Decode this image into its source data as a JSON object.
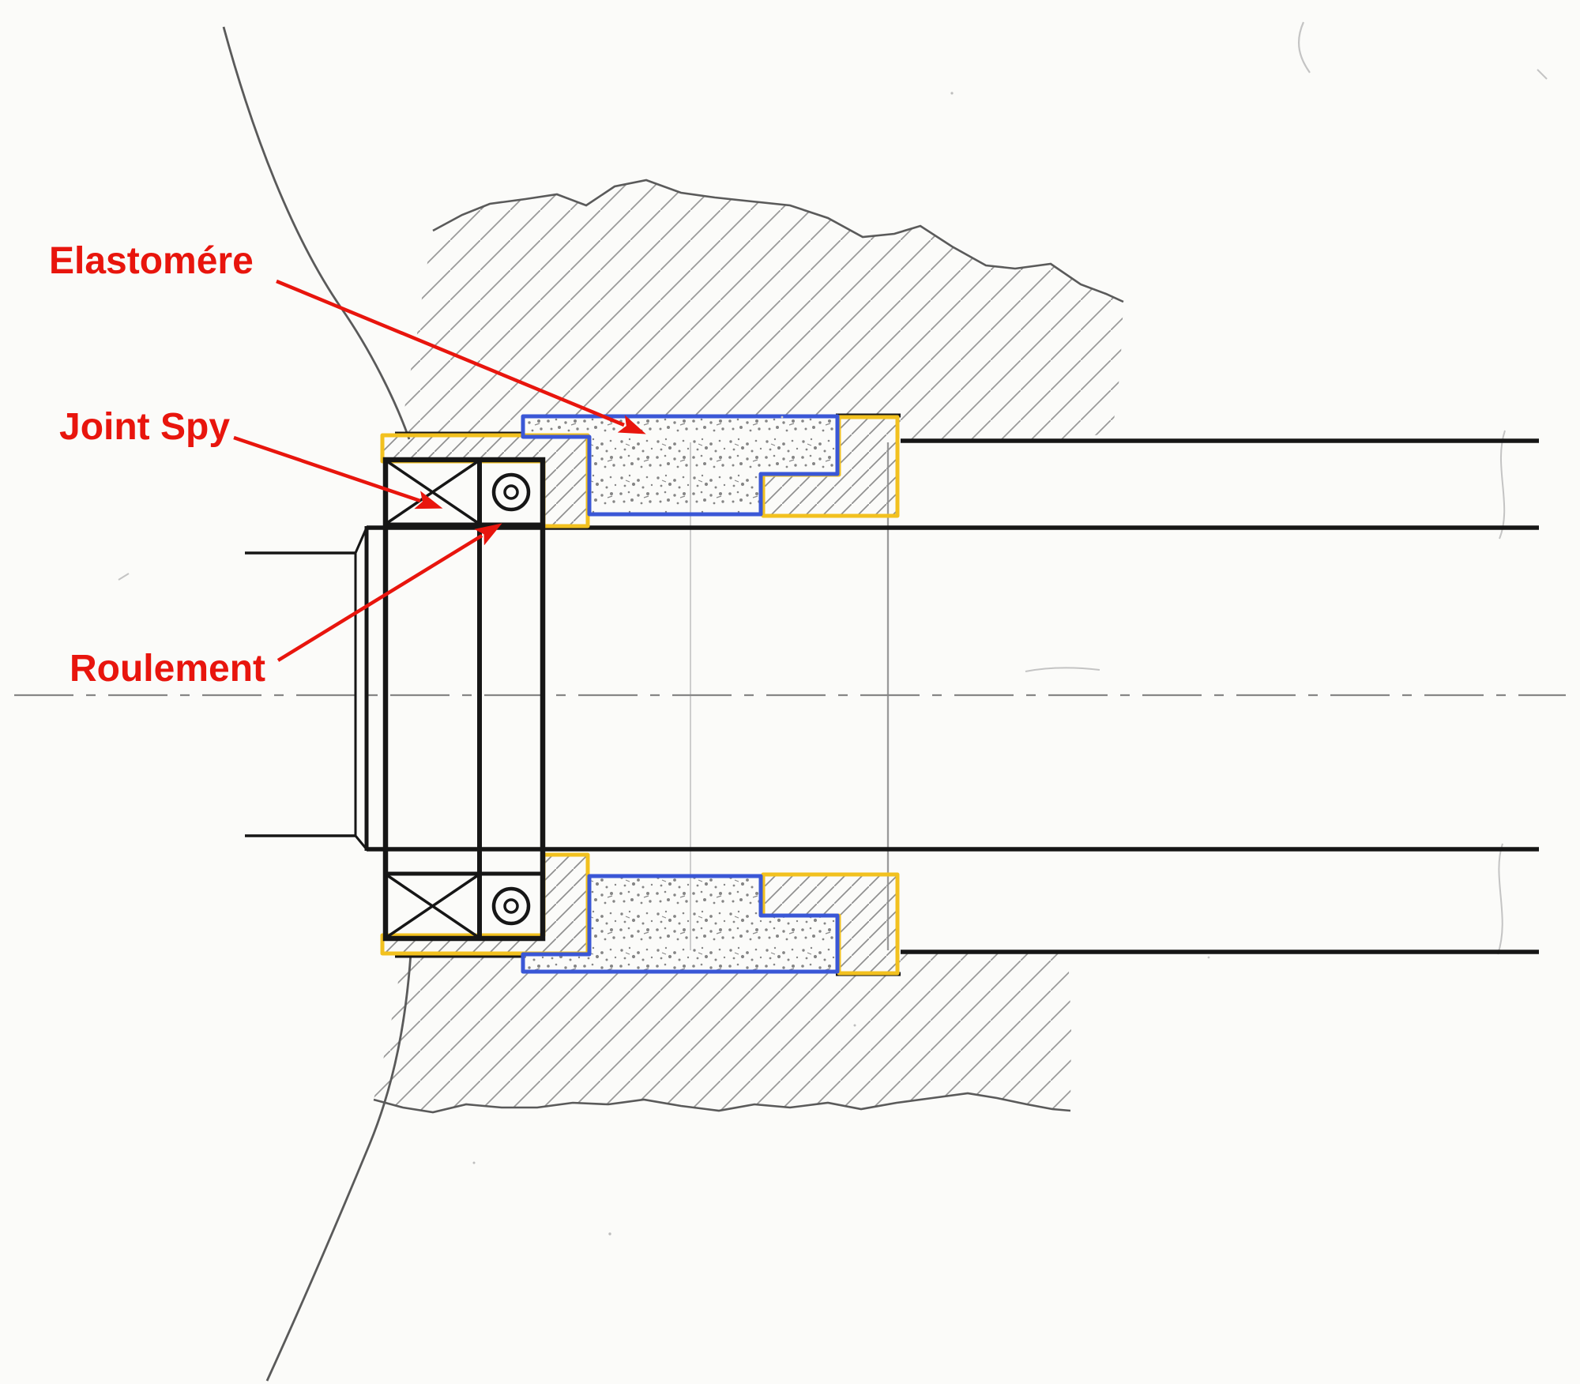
{
  "drawing": {
    "annotations": {
      "elastomere": {
        "text": "Elastomére"
      },
      "joint_spy": {
        "text": "Joint Spy"
      },
      "roulement": {
        "text": "Roulement"
      }
    },
    "colors": {
      "annotation_red": "#e8150d",
      "elastomer_outline": "#3a57d6",
      "carrier_outline": "#f2c11f",
      "ink_black": "#161616",
      "pencil_gray": "#5a5a5a",
      "paper": "#fbfbf9"
    }
  }
}
